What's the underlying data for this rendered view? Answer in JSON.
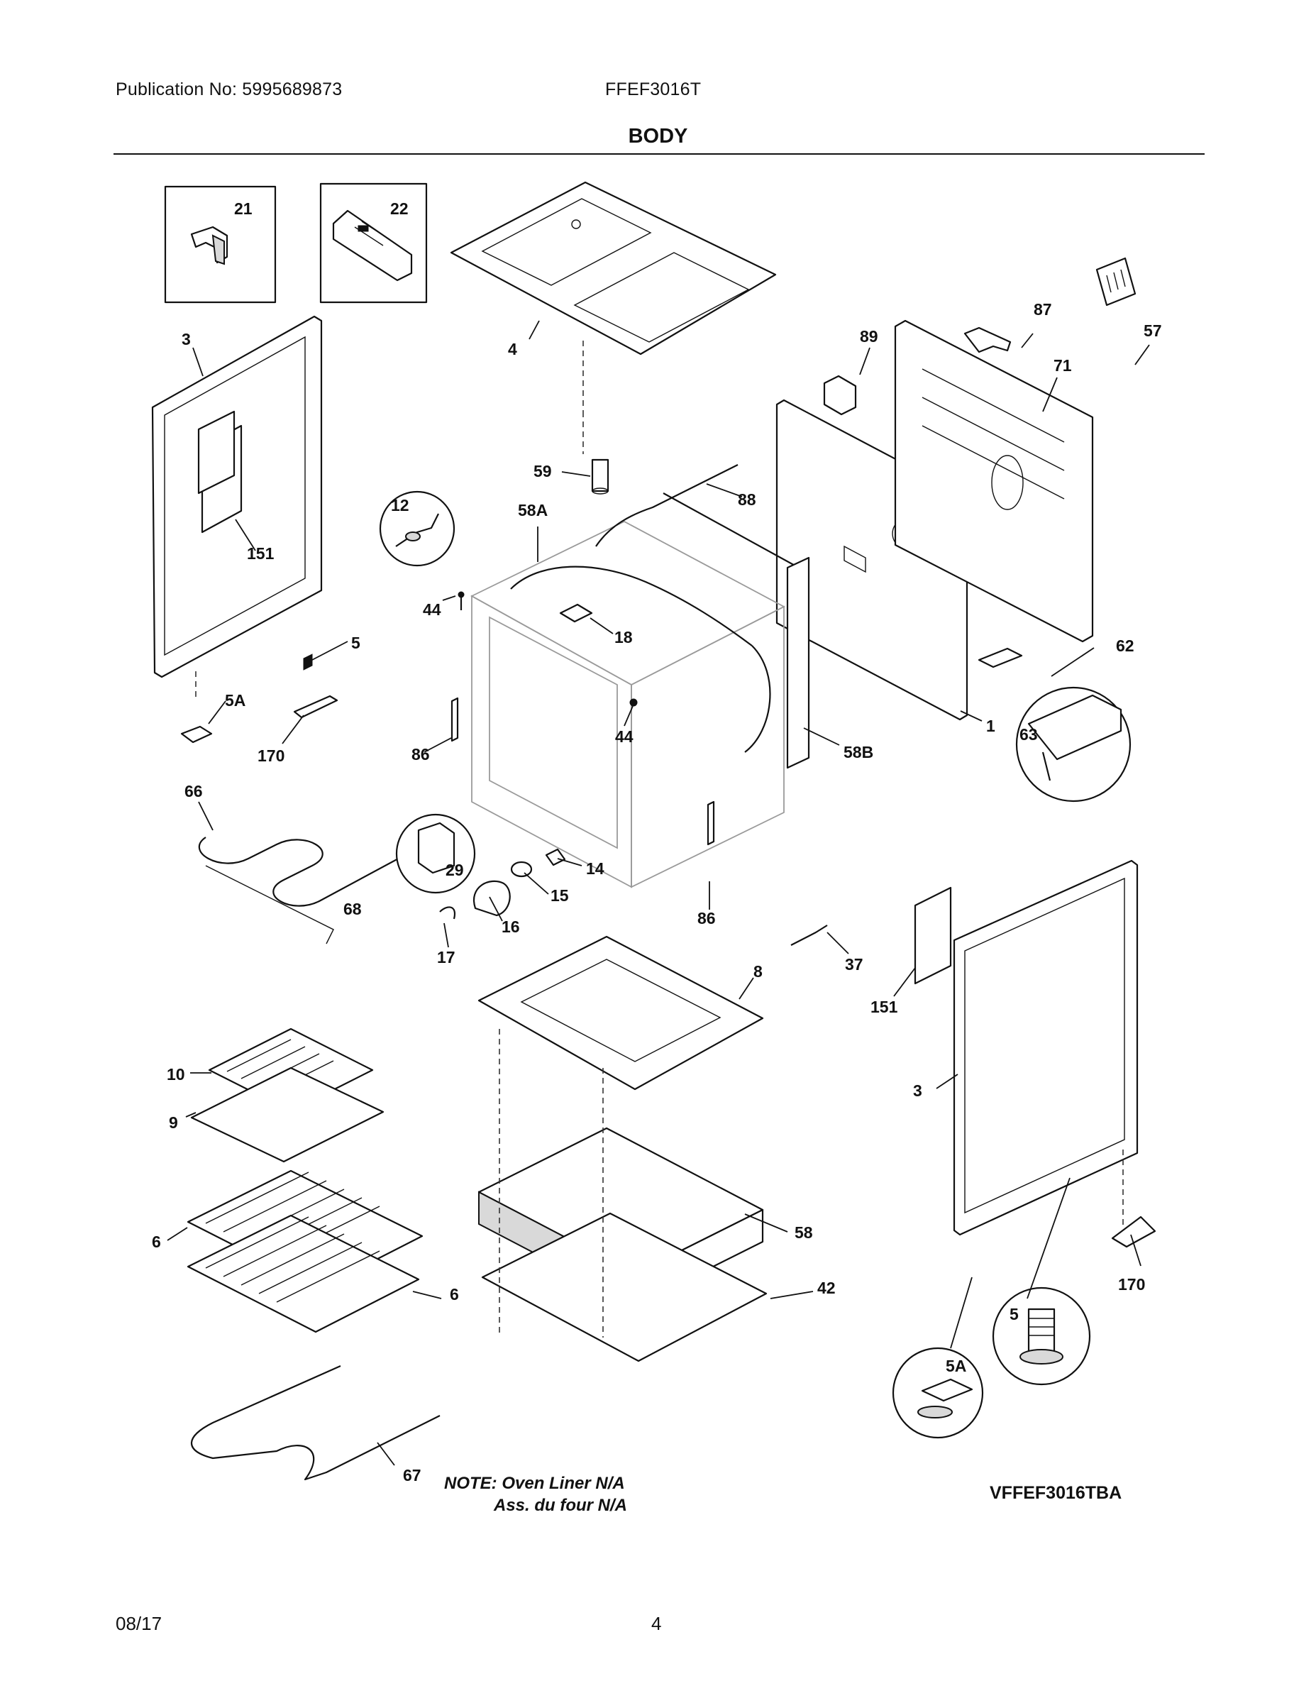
{
  "header": {
    "publication": "Publication No: 5995689873",
    "model": "FFEF3016T",
    "title": "BODY"
  },
  "footer": {
    "date": "08/17",
    "page": "4"
  },
  "diagram": {
    "note_line1": "NOTE: Oven Liner N/A",
    "note_line2": "Ass. du four N/A",
    "code": "VFFEF3016TBA",
    "labels": {
      "p21": "21",
      "p22": "22",
      "p4": "4",
      "p87": "87",
      "p57": "57",
      "p89": "89",
      "p71": "71",
      "p3_left": "3",
      "p151_left": "151",
      "p59": "59",
      "p88": "88",
      "p12": "12",
      "p58A": "58A",
      "p44_upper": "44",
      "p18": "18",
      "p5_left": "5",
      "p5A_left": "5A",
      "p170_left": "170",
      "p62": "62",
      "p1": "1",
      "p63": "63",
      "p86_left": "86",
      "p44_lower": "44",
      "p58B": "58B",
      "p66": "66",
      "p29": "29",
      "p14": "14",
      "p15": "15",
      "p16": "16",
      "p68": "68",
      "p86_right": "86",
      "p17": "17",
      "p37": "37",
      "p8": "8",
      "p151_right": "151",
      "p10": "10",
      "p9": "9",
      "p3_right": "3",
      "p6_upper": "6",
      "p58": "58",
      "p6_lower": "6",
      "p42": "42",
      "p170_right": "170",
      "p5_circle": "5",
      "p5A_circle": "5A",
      "p67": "67"
    }
  }
}
